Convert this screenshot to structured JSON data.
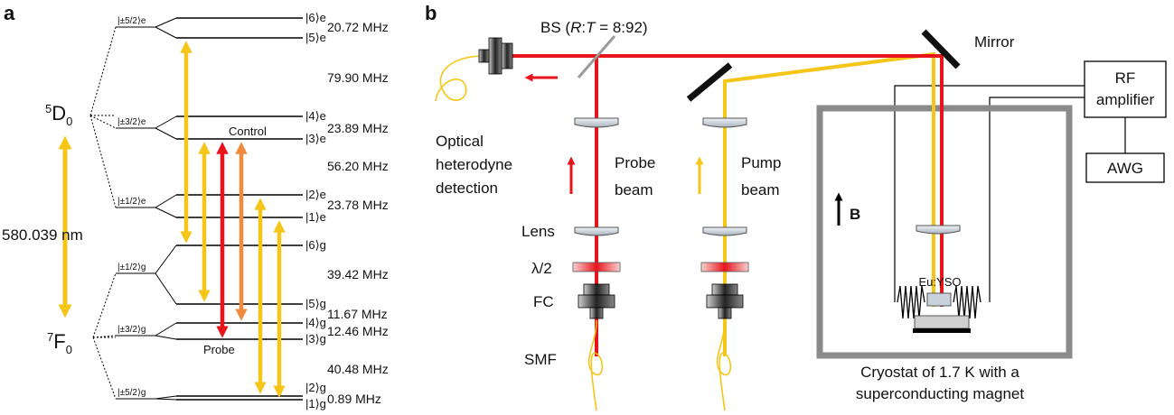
{
  "colors": {
    "yellow": "#f5c518",
    "red": "#e8141c",
    "orange": "#f08a3c",
    "mirror": "#111111",
    "cryostat": "#8a8a8a",
    "lens": "#c9d2dc"
  },
  "panel_a": {
    "label": "a",
    "state_excited": "5D0",
    "state_excited_sup": "5",
    "state_excited_main": "D",
    "state_excited_sub": "0",
    "state_ground_sup": "7",
    "state_ground_main": "F",
    "state_ground_sub": "0",
    "wavelength": "580.039 nm",
    "control_label": "Control",
    "probe_label": "Probe",
    "excited_manifolds": [
      "|±5/2⟩e",
      "|±3/2⟩e",
      "|±1/2⟩e"
    ],
    "ground_manifolds": [
      "|±1/2⟩g",
      "|±3/2⟩g",
      "|±5/2⟩g"
    ],
    "excited_levels": [
      "|6⟩e",
      "|5⟩e",
      "|4⟩e",
      "|3⟩e",
      "|2⟩e",
      "|1⟩e"
    ],
    "ground_levels": [
      "|6⟩g",
      "|5⟩g",
      "|4⟩g",
      "|3⟩g",
      "|2⟩g",
      "|1⟩g"
    ],
    "splittings": [
      "20.72 MHz",
      "79.90 MHz",
      "23.89 MHz",
      "56.20 MHz",
      "23.78 MHz",
      "39.42 MHz",
      "11.67 MHz",
      "12.46 MHz",
      "40.48 MHz",
      "0.89 MHz"
    ]
  },
  "panel_b": {
    "label": "b",
    "bs_label_prefix": "BS (",
    "bs_r": "R",
    "bs_colon": ":",
    "bs_t": "T",
    "bs_label_suffix": " = 8:92)",
    "mirror_label": "Mirror",
    "rf_line1": "RF",
    "rf_line2": "amplifier",
    "awg_label": "AWG",
    "detection_lines": [
      "Optical",
      "heterodyne",
      "detection"
    ],
    "probe_beam_lines": [
      "Probe",
      "beam"
    ],
    "pump_beam_lines": [
      "Pump",
      "beam"
    ],
    "field_label": "B",
    "lens_label": "Lens",
    "halfwave_label": "λ/2",
    "fc_label": "FC",
    "smf_label": "SMF",
    "sample_label": "Eu:YSO",
    "cryostat_lines": [
      "Cryostat of 1.7 K with a",
      "superconducting magnet"
    ]
  }
}
